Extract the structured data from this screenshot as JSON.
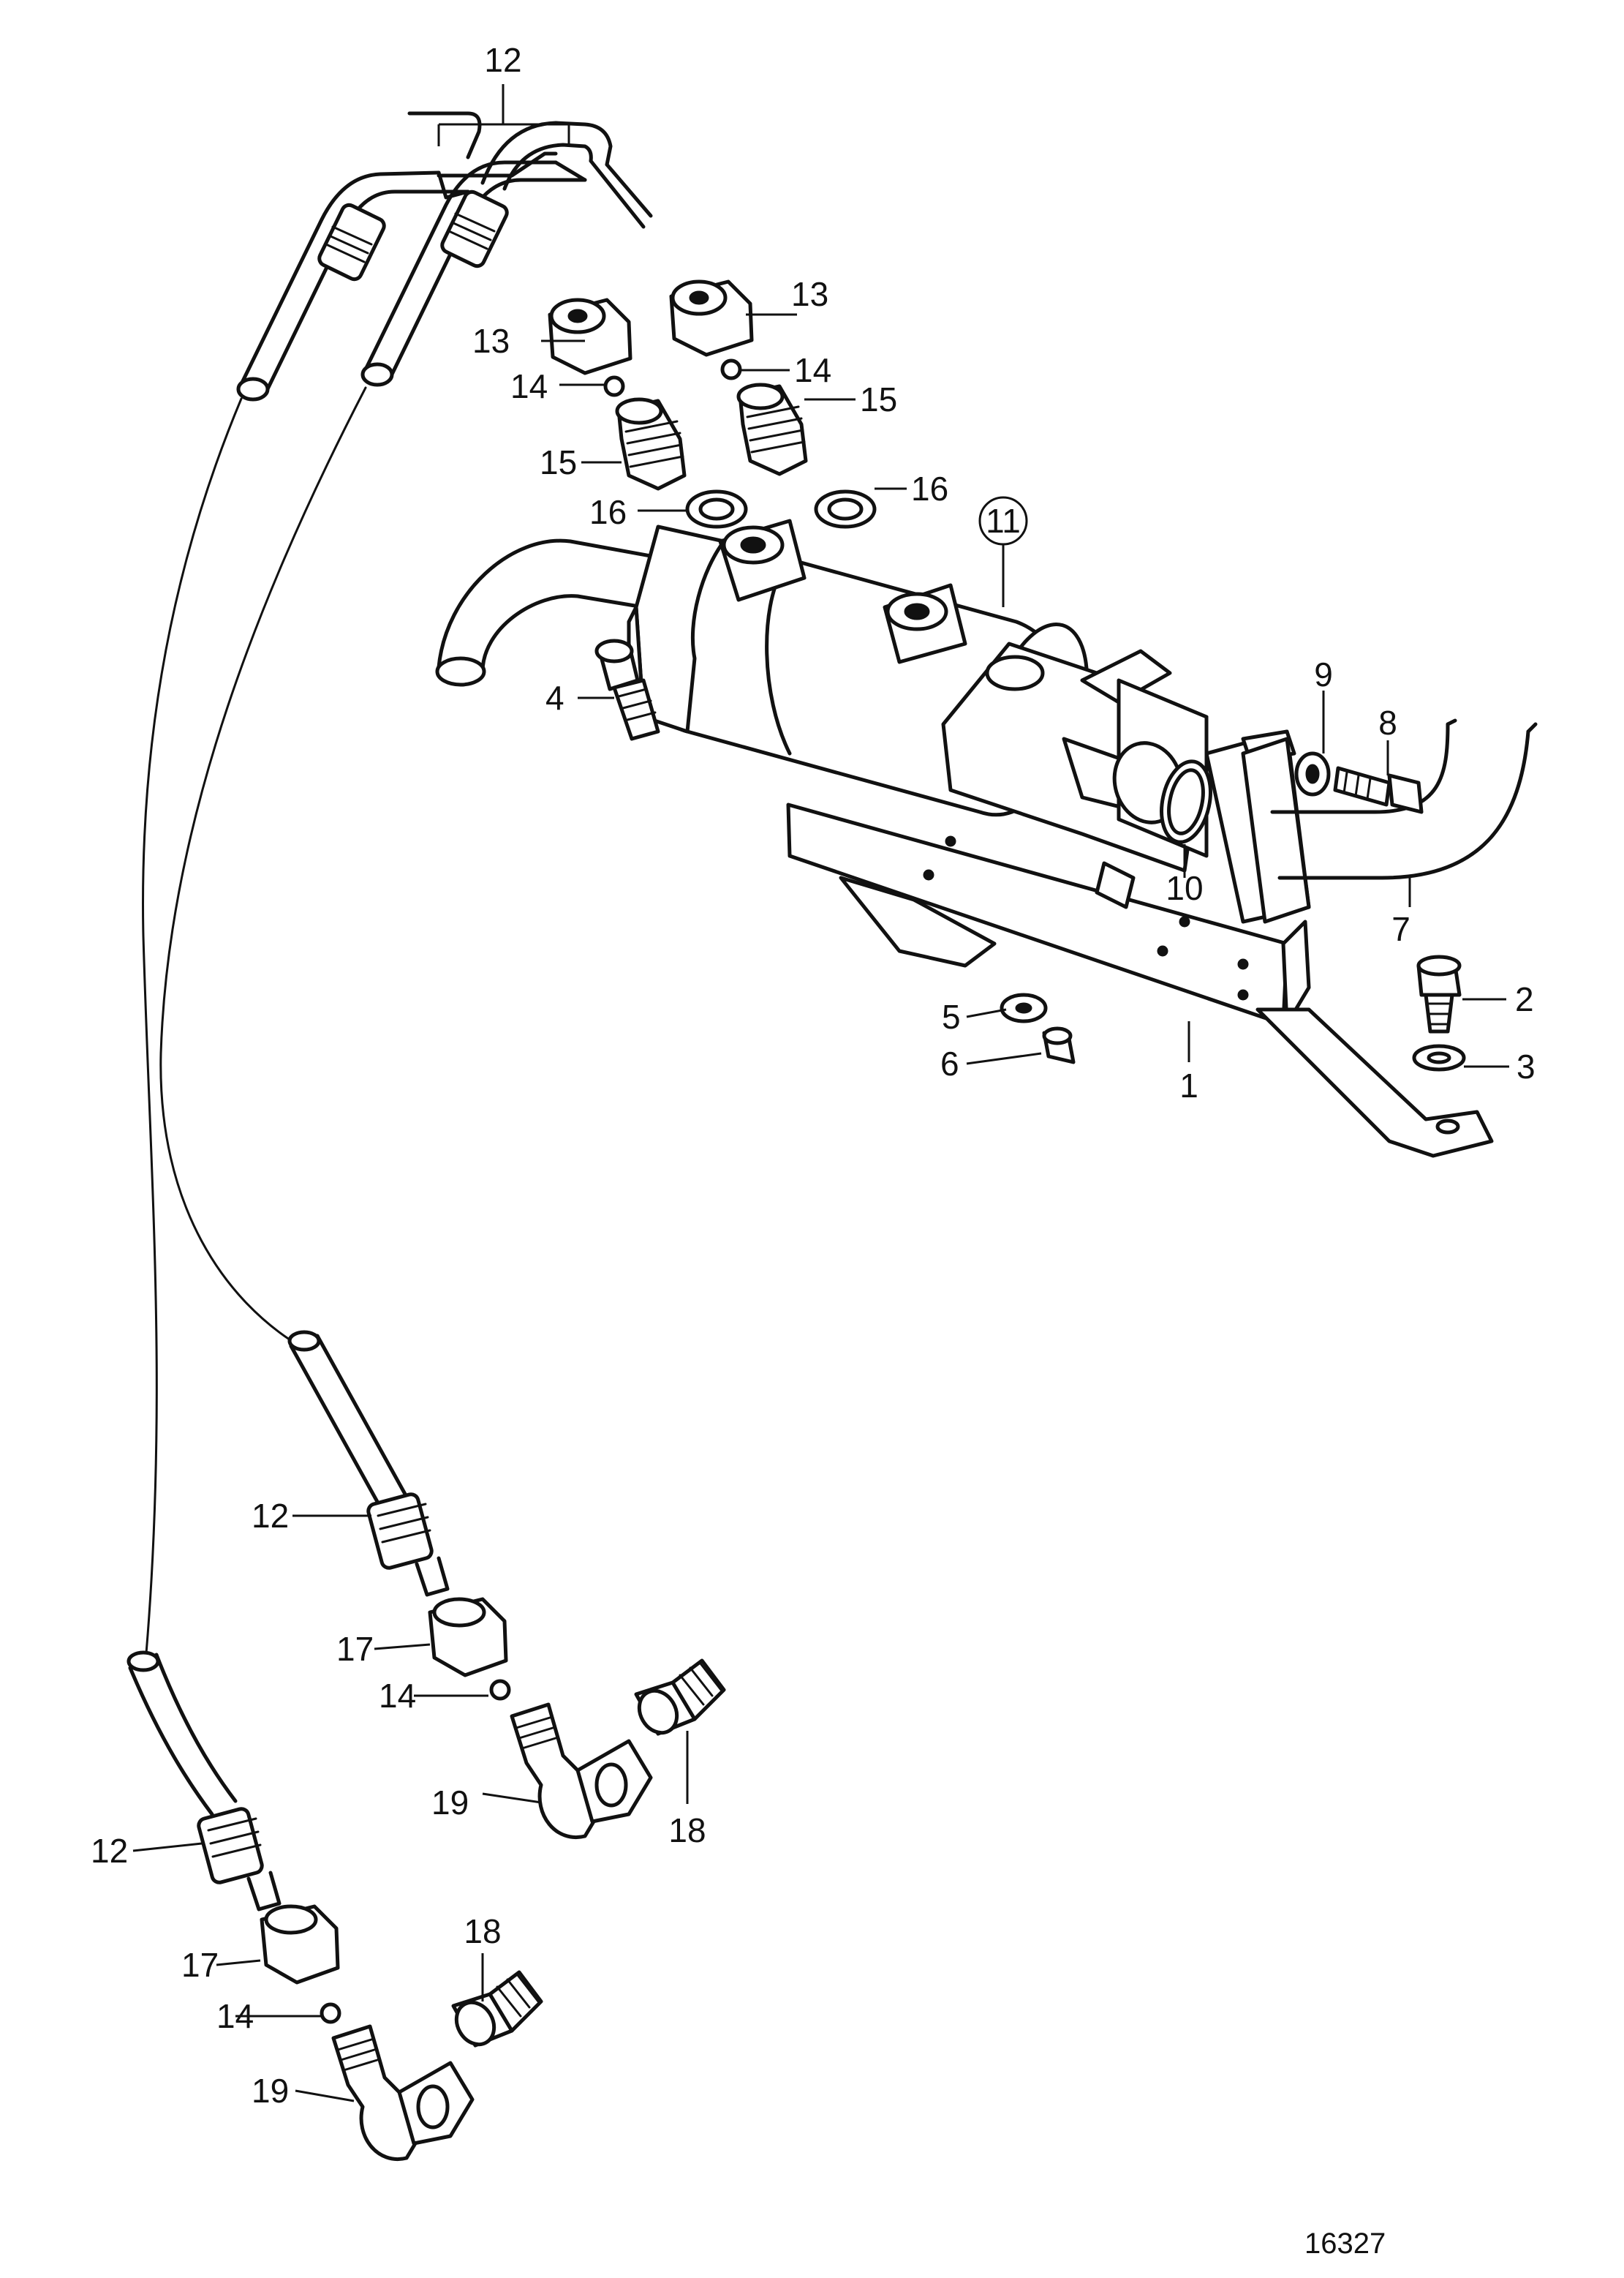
{
  "figure_number": "16327",
  "callouts": {
    "c1": "1",
    "c2": "2",
    "c3": "3",
    "c4": "4",
    "c5": "5",
    "c6": "6",
    "c7": "7",
    "c8": "8",
    "c9": "9",
    "c10": "10",
    "c11": "11",
    "c12_top": "12",
    "c12_mid": "12",
    "c12_low": "12",
    "c13_left": "13",
    "c13_right": "13",
    "c14_left": "14",
    "c14_right": "14",
    "c14_mid": "14",
    "c14_low": "14",
    "c15_left": "15",
    "c15_right": "15",
    "c16_left": "16",
    "c16_right": "16",
    "c17_mid": "17",
    "c17_low": "17",
    "c18_mid": "18",
    "c18_low": "18",
    "c19_mid": "19",
    "c19_low": "19"
  },
  "icons": {
    "heat_exchanger": "heat-exchanger-icon",
    "hose": "hose-icon",
    "nut": "union-nut-icon",
    "nipple": "nipple-icon",
    "elbow": "elbow-fitting-icon",
    "washer": "sealing-washer-icon",
    "bolt": "bolt-icon"
  }
}
